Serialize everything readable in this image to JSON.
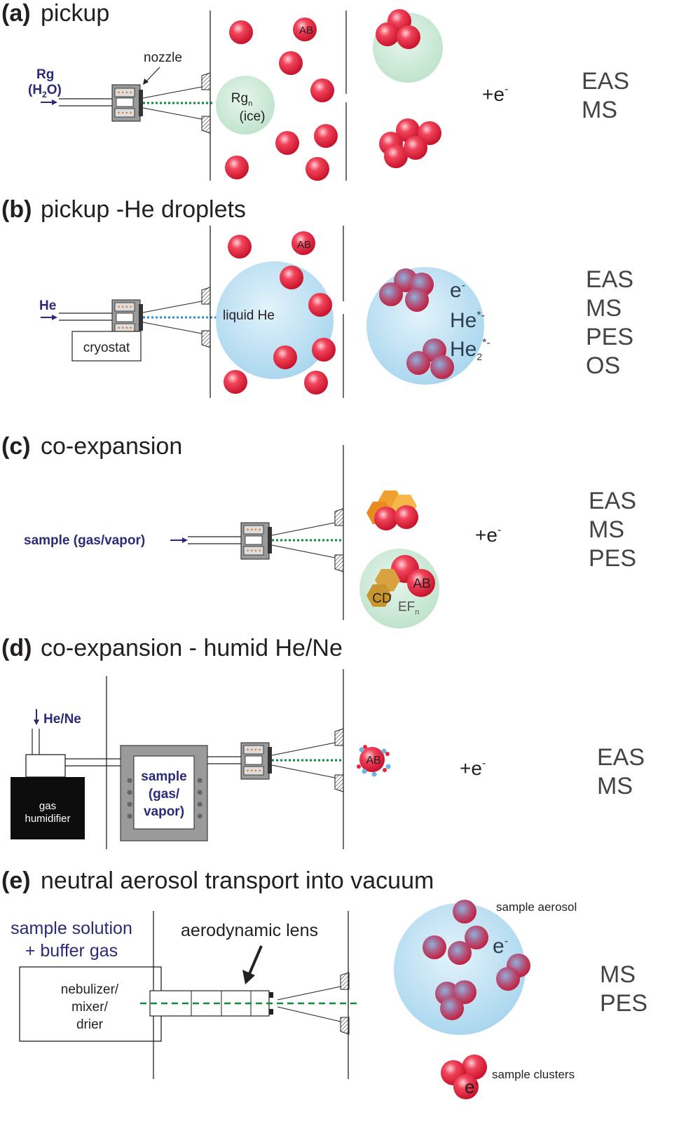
{
  "panels": {
    "a": {
      "label": "(a)",
      "title": "pickup",
      "rg": "Rg",
      "h2o": "(H",
      "h2o_sub": "2",
      "h2o_end": "O)",
      "nozzle": "nozzle",
      "ab": "AB",
      "cluster_line1": "Rg",
      "cluster_sub": "n",
      "cluster_line2": "(ice)",
      "electron": "+e",
      "electron_sup": "-",
      "methods": [
        "EAS",
        "MS"
      ]
    },
    "b": {
      "label": "(b)",
      "title": "pickup -He droplets",
      "he": "He",
      "cryostat": "cryostat",
      "ab": "AB",
      "droplet": "liquid He",
      "e": "e",
      "e_sup": "-",
      "he_star": "He",
      "he_star_sup": "*-",
      "he2": "He",
      "he2_sub": "2",
      "he2_sup": "*-",
      "methods": [
        "EAS",
        "MS",
        "PES",
        "OS"
      ]
    },
    "c": {
      "label": "(c)",
      "title": "co-expansion",
      "sample": "sample (gas/vapor)",
      "cd": "CD",
      "ab": "AB",
      "ef": "EF",
      "ef_sub": "n",
      "electron": "+e",
      "electron_sup": "-",
      "methods": [
        "EAS",
        "MS",
        "PES"
      ]
    },
    "d": {
      "label": "(d)",
      "title": "co-expansion - humid He/Ne",
      "hene": "He/Ne",
      "humidifier_line1": "gas",
      "humidifier_line2": "humidifier",
      "sample_line1": "sample",
      "sample_line2": "(gas/",
      "sample_line3": "vapor)",
      "ab": "AB",
      "electron": "+e",
      "electron_sup": "-",
      "methods": [
        "EAS",
        "MS"
      ]
    },
    "e": {
      "label": "(e)",
      "title": "neutral aerosol transport into vacuum",
      "solution_line1": "sample solution",
      "solution_line2": "+ buffer gas",
      "lens": "aerodynamic lens",
      "neb_line1": "nebulizer/",
      "neb_line2": "mixer/",
      "neb_line3": "drier",
      "aerosol": "sample aerosol",
      "e": "e",
      "e_sup": "-",
      "clusters": "sample clusters",
      "methods": [
        "MS",
        "PES"
      ]
    }
  },
  "colors": {
    "sphere_red": "#e8253a",
    "ice_green": "#cde9d8",
    "helium_blue": "#bfe1f2",
    "navy_text": "#2b2a78",
    "beam_green": "#0a8c3a",
    "beam_blue": "#2a8fd0"
  }
}
